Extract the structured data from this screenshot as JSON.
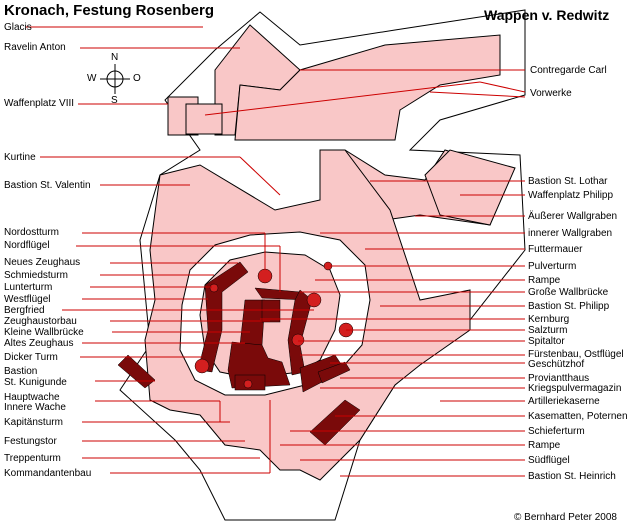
{
  "title_left": "Kronach, Festung Rosenberg",
  "title_right": "Wappen v. Redwitz",
  "compass": {
    "n": "N",
    "s": "S",
    "w": "W",
    "o": "O"
  },
  "copyright": "© Bernhard Peter 2008",
  "colors": {
    "fill_light": "#f9c7c7",
    "fill_building": "#7a0a0a",
    "fill_tower": "#d31f1f",
    "line": "#cc0000",
    "outline": "#000000"
  },
  "labels_left": [
    "Glacis",
    "Ravelin Anton",
    "Waffenplatz VIII",
    "Kurtine",
    "Bastion St. Valentin",
    "Nordostturm",
    "Nordflügel",
    "Neues Zeughaus",
    "Schmiedsturm",
    "Lunterturm",
    "Westflügel",
    "Bergfried",
    "Zeughaustorbau",
    "Kleine Wallbrücke",
    "Altes Zeughaus",
    "Dicker Turm",
    "Bastion",
    "St. Kunigunde",
    "Hauptwache",
    "Innere Wache",
    "Kapitänsturm",
    "Festungstor",
    "Treppenturm",
    "Kommandantenbau"
  ],
  "labels_right": [
    "Contregarde Carl",
    "Vorwerke",
    "Bastion St. Lothar",
    "Waffenplatz Philipp",
    "Äußerer Wallgraben",
    "innerer Wallgraben",
    "Futtermauer",
    "Pulverturm",
    "Rampe",
    "Große Wallbrücke",
    "Bastion St. Philipp",
    "Kernburg",
    "Salzturm",
    "Spitaltor",
    "Fürstenbau, Ostflügel",
    "Geschützhof",
    "Proviantthaus",
    "Kriegspulvermagazin",
    "Artilleriekaserne",
    "Kasematten, Poternen",
    "Schieferturm",
    "Rampe",
    "Südflügel",
    "Bastion St. Heinrich"
  ]
}
